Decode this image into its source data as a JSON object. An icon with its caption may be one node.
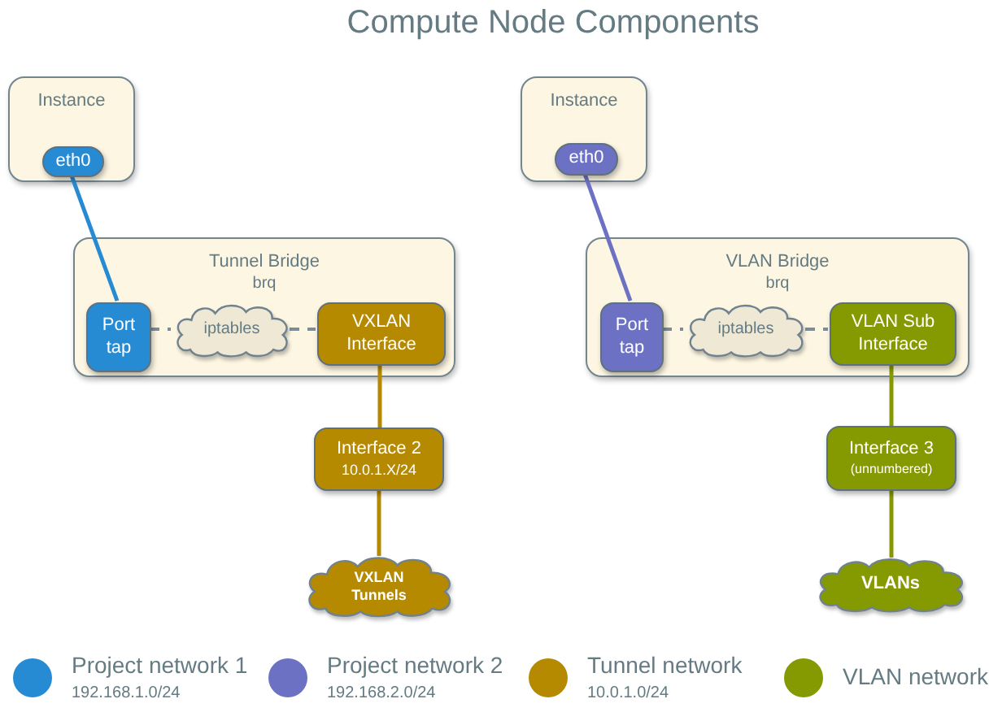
{
  "diagram": {
    "title": "Compute Node Components",
    "nodes": [
      {
        "text": [
          "Instance"
        ]
      },
      {
        "text": [
          "eth0"
        ],
        "in": 0
      },
      {
        "text": [
          "Tunnel Bridge",
          "brq"
        ]
      },
      {
        "text": [
          "Port tap"
        ],
        "in": 2
      },
      {
        "text": [
          "iptables"
        ],
        "in": 2
      },
      {
        "text": [
          "VXLAN Interface"
        ],
        "in": 2
      },
      {
        "text": [
          "Interface 2",
          "10.0.1.X/24"
        ]
      },
      {
        "text": [
          "VXLAN Tunnels"
        ]
      },
      {
        "text": [
          "Instance"
        ]
      },
      {
        "text": [
          "eth0"
        ],
        "in": 8
      },
      {
        "text": [
          "VLAN Bridge",
          "brq"
        ]
      },
      {
        "text": [
          "Port tap"
        ],
        "in": 10
      },
      {
        "text": [
          "iptables"
        ],
        "in": 10
      },
      {
        "text": [
          "VLAN Sub Interface"
        ],
        "in": 10
      },
      {
        "text": [
          "Interface 3",
          "(unnumbered)"
        ]
      },
      {
        "text": [
          "VLANs"
        ]
      }
    ],
    "edges": [
      {
        "from": 1,
        "to": 3,
        "arrow": "none",
        "color": "#268bd2"
      },
      {
        "from": 3,
        "to": 4,
        "arrow": "none",
        "style": "dashed",
        "color": "#7d8d97"
      },
      {
        "from": 4,
        "to": 5,
        "arrow": "none",
        "style": "dashed",
        "color": "#7d8d97"
      },
      {
        "from": 5,
        "to": 6,
        "arrow": "none",
        "color": "#b58900"
      },
      {
        "from": 6,
        "to": 7,
        "arrow": "none",
        "color": "#b58900"
      },
      {
        "from": 9,
        "to": 11,
        "arrow": "none",
        "color": "#6c71c4"
      },
      {
        "from": 11,
        "to": 12,
        "arrow": "none",
        "style": "dashed",
        "color": "#7d8d97"
      },
      {
        "from": 12,
        "to": 13,
        "arrow": "none",
        "style": "dashed",
        "color": "#7d8d97"
      },
      {
        "from": 13,
        "to": 14,
        "arrow": "none",
        "color": "#859900"
      },
      {
        "from": 14,
        "to": 15,
        "arrow": "none",
        "color": "#859900"
      }
    ],
    "labels": [
      "192.168.1.0/24",
      "192.168.2.0/24",
      "10.0.1.0/24"
    ],
    "legend": [
      {
        "text": "Project network 1",
        "color": "#268bd2"
      },
      {
        "text": "Project network 2",
        "color": "#6c71c4"
      },
      {
        "text": "Tunnel network",
        "color": "#b58900"
      },
      {
        "text": "VLAN network",
        "color": "#859900"
      }
    ]
  }
}
